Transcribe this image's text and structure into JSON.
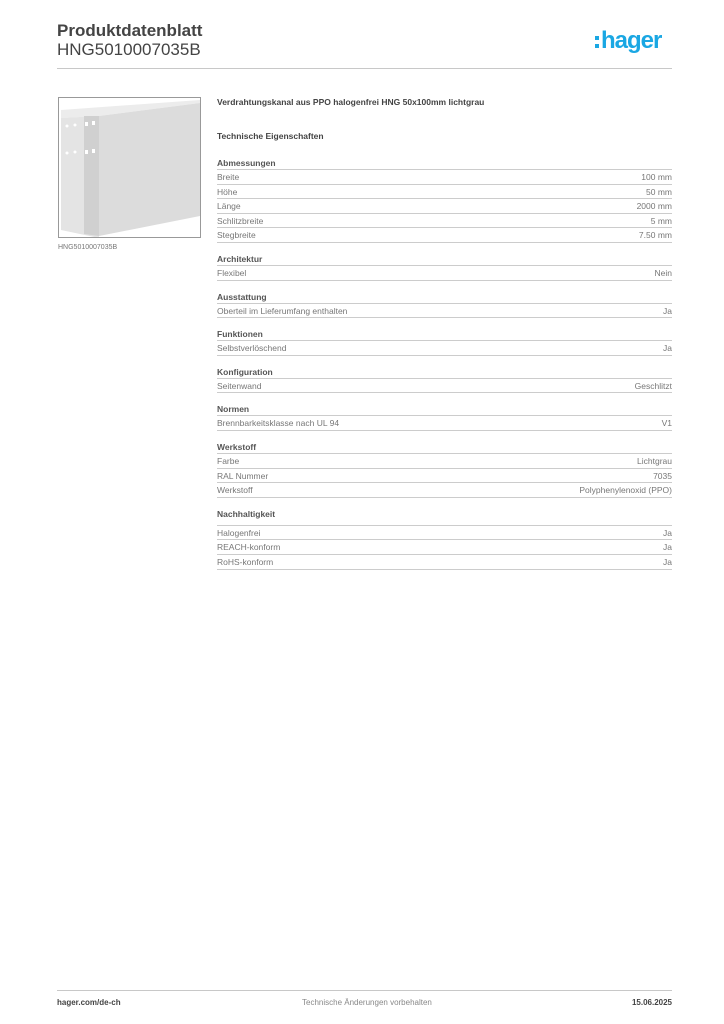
{
  "header": {
    "title": "Produktdatenblatt",
    "code": "HNG5010007035B",
    "logo": "hager",
    "brand_color": "#1aa7e3"
  },
  "product": {
    "image_caption": "HNG5010007035B",
    "description": "Verdrahtungskanal aus PPO halogenfrei HNG 50x100mm lichtgrau",
    "section_title": "Technische Eigenschaften"
  },
  "sections": [
    {
      "title": "Abmessungen",
      "rows": [
        {
          "label": "Breite",
          "value": "100 mm"
        },
        {
          "label": "Höhe",
          "value": "50 mm"
        },
        {
          "label": "Länge",
          "value": "2000 mm"
        },
        {
          "label": "Schlitzbreite",
          "value": "5 mm"
        },
        {
          "label": "Stegbreite",
          "value": "7.50 mm"
        }
      ]
    },
    {
      "title": "Architektur",
      "rows": [
        {
          "label": "Flexibel",
          "value": "Nein"
        }
      ]
    },
    {
      "title": "Ausstattung",
      "rows": [
        {
          "label": "Oberteil im Lieferumfang enthalten",
          "value": "Ja"
        }
      ]
    },
    {
      "title": "Funktionen",
      "rows": [
        {
          "label": "Selbstverlöschend",
          "value": "Ja"
        }
      ]
    },
    {
      "title": "Konfiguration",
      "rows": [
        {
          "label": "Seitenwand",
          "value": "Geschlitzt"
        }
      ]
    },
    {
      "title": "Normen",
      "rows": [
        {
          "label": "Brennbarkeitsklasse nach UL 94",
          "value": "V1"
        }
      ]
    },
    {
      "title": "Werkstoff",
      "rows": [
        {
          "label": "Farbe",
          "value": "Lichtgrau"
        },
        {
          "label": "RAL Nummer",
          "value": "7035"
        },
        {
          "label": "Werkstoff",
          "value": "Polyphenylenoxid (PPO)"
        }
      ]
    },
    {
      "title": "Nachhaltigkeit",
      "rows": [
        {
          "label": "Halogenfrei",
          "value": "Ja"
        },
        {
          "label": "REACH-konform",
          "value": "Ja"
        },
        {
          "label": "RoHS-konform",
          "value": "Ja"
        }
      ]
    }
  ],
  "footer": {
    "website": "hager.com/de-ch",
    "note": "Technische Änderungen vorbehalten",
    "date": "15.06.2025"
  }
}
